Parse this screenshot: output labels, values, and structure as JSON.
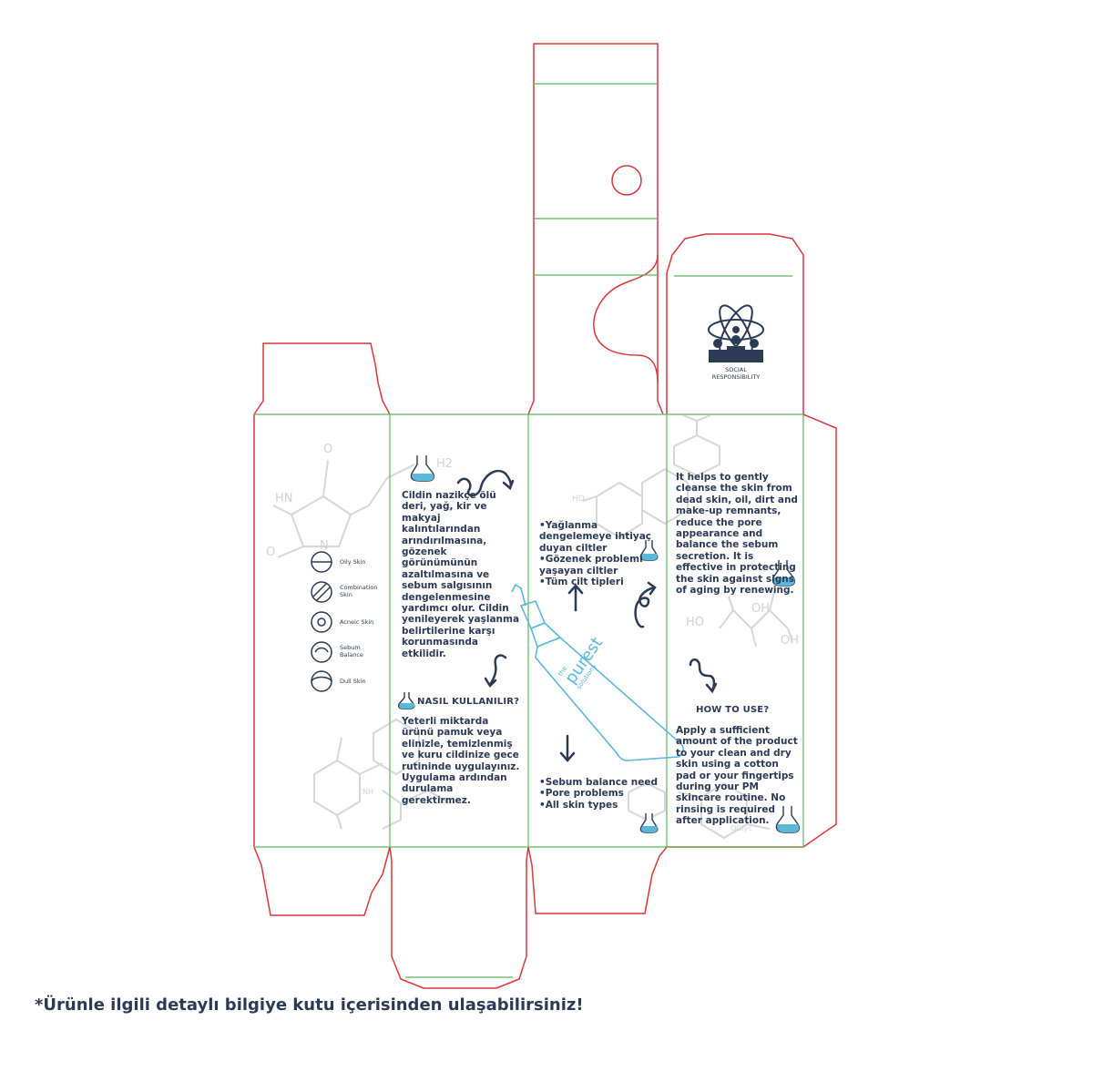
{
  "panels": {
    "left_side": {
      "skin_types": [
        {
          "icon": "oily-skin-icon",
          "label": "Oily Skin"
        },
        {
          "icon": "combination-skin-icon",
          "label": "Combination Skin"
        },
        {
          "icon": "acneic-skin-icon",
          "label": "Acneic Skin"
        },
        {
          "icon": "sebum-balance-icon",
          "label": "Sebum Balance"
        },
        {
          "icon": "dull-skin-icon",
          "label": "Dull Skin"
        }
      ]
    },
    "turkish": {
      "description": "Cildin nazikçe ölü deri, yağ, kir ve makyaj kalıntılarından arındırılmasına, gözenek görünümünün azaltılmasına ve sebum salgısının dengelenmesine yardımcı olur. Cildin yenileyerek yaşlanma belirtilerine karşı korunmasında etkilidir.",
      "how_to_title": "NASIL KULLANILIR?",
      "how_to_text": "Yeterli miktarda ürünü pamuk veya elinizle, temizlenmiş ve kuru cildinize gece rutininde uygulayınız. Uygulama ardından durulama gerektirmez."
    },
    "front": {
      "tr_bullets": [
        "•Yağlanma dengelemeye ihtiyaç duyan ciltler",
        "•Gözenek problemi yaşayan ciltler",
        "•Tüm cilt tipleri"
      ],
      "en_bullets": [
        "•Sebum balance need",
        "•Pore problems",
        "•All skin types"
      ],
      "brand_the": "the",
      "brand_name": "purest",
      "brand_sub": "solutions"
    },
    "english": {
      "description": "It helps to gently cleanse the skin from dead skin, oil, dirt and make-up remnants, reduce the pore appearance and balance the sebum secretion. It is effective in protecting the skin against signs of aging by renewing.",
      "how_to_title": "HOW TO USE?",
      "how_to_text": "Apply a sufficient amount of the product to your clean and dry skin using a cotton pad or your fingertips during your PM skincare routine. No rinsing is required after application."
    },
    "top_flap": {
      "badge_line1": "SOCIAL",
      "badge_line2": "RESPONSIBILITY"
    }
  },
  "molecule_labels": {
    "hn": "HN",
    "n": "N",
    "o1": "O",
    "o2": "O",
    "nh2": "H2",
    "ho": "HO",
    "oh": "OH",
    "ho2": "HO",
    "oh2": "OH",
    "nh": "NH",
    "oglyc": "OGlyc"
  },
  "footer_note": "*Ürünle ilgili detaylı bilgiye kutu içerisinden ulaşabilirsiniz!",
  "colors": {
    "cut_line": "#d9373b",
    "fold_line": "#5cb85c",
    "text": "#2b3a55",
    "accent": "#5ab8d9",
    "molecule": "#d4d7db"
  }
}
